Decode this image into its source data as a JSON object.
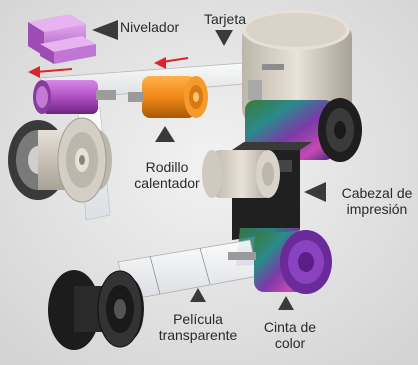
{
  "labels": {
    "nivelador": "Nivelador",
    "tarjeta": "Tarjeta",
    "rodillo_calentador": "Rodillo\ncalentador",
    "cabezal_impresion": "Cabezal de\nimpresión",
    "pelicula_transparente": "Película\ntransparente",
    "cinta_color": "Cinta de\ncolor"
  },
  "colors": {
    "background": "#e6e6e6",
    "nivelador": "#c77fd6",
    "roller_purple": "#b04fc4",
    "roller_orange": "#f08a1a",
    "roller_grey": "#cfc9bf",
    "spool_black": "#2b2b2b",
    "spool_purple": "#7a3aa8",
    "arrow_dark": "#3a3a3a",
    "arrow_red": "#d9262c"
  }
}
